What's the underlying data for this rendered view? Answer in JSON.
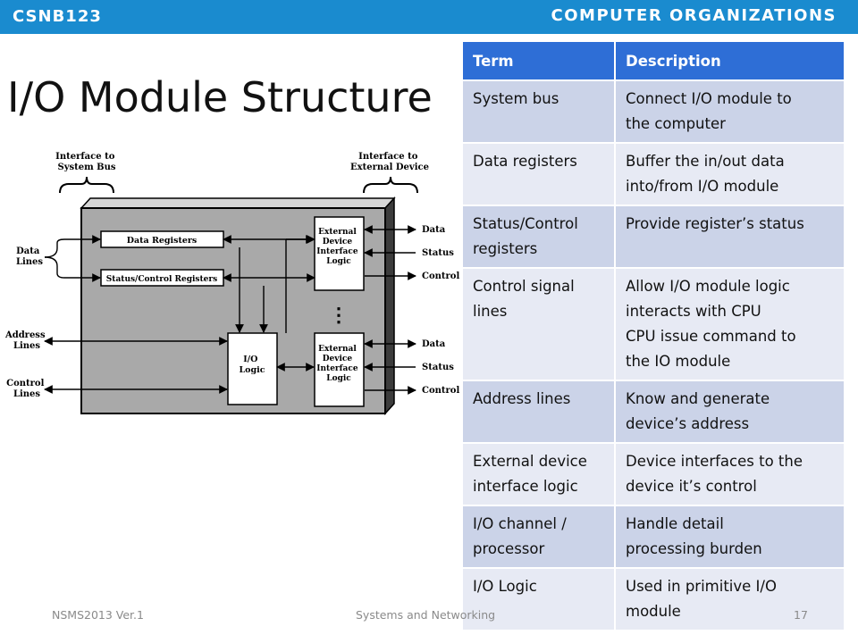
{
  "header": {
    "course_code": "CSNB123",
    "course_name": "COMPUTER ORGANIZATIONS"
  },
  "slide": {
    "title": "I/O Module Structure"
  },
  "diagram": {
    "interface_system_bus": [
      "Interface to",
      "System Bus"
    ],
    "interface_external": [
      "Interface to",
      "External Device"
    ],
    "data_registers": "Data Registers",
    "status_control_registers": "Status/Control Registers",
    "io_logic": [
      "I/O",
      "Logic"
    ],
    "ext_logic": [
      "External",
      "Device",
      "Interface",
      "Logic"
    ],
    "ellipsis": "⋮",
    "left_labels": {
      "data_lines": [
        "Data",
        "Lines"
      ],
      "address_lines": [
        "Address",
        "Lines"
      ],
      "control_lines": [
        "Control",
        "Lines"
      ]
    },
    "right_labels": {
      "data": "Data",
      "status": "Status",
      "control": "Control"
    }
  },
  "table": {
    "headers": [
      "Term",
      "Description"
    ],
    "rows": [
      {
        "term": "System bus",
        "desc": [
          "Connect I/O module to",
          "the computer"
        ]
      },
      {
        "term": "Data registers",
        "desc": [
          "Buffer the in/out data",
          "into/from I/O module"
        ]
      },
      {
        "term": "Status/Control registers",
        "desc": [
          "Provide register’s status"
        ]
      },
      {
        "term": "Control signal lines",
        "desc": [
          "Allow I/O module logic",
          "interacts with CPU",
          "CPU issue command to",
          "the IO module"
        ]
      },
      {
        "term": "Address lines",
        "desc": [
          "Know and generate",
          "device’s address"
        ]
      },
      {
        "term": "External device interface logic",
        "desc": [
          "Device interfaces to the",
          "device it’s control"
        ]
      },
      {
        "term": "I/O channel / processor",
        "desc": [
          "Handle detail",
          "processing burden"
        ]
      },
      {
        "term": "I/O Logic",
        "desc": [
          "Used in primitive I/O",
          "module"
        ]
      }
    ]
  },
  "footer": {
    "left": "NSMS2013 Ver.1",
    "center": "Systems and Networking",
    "page": "17"
  }
}
